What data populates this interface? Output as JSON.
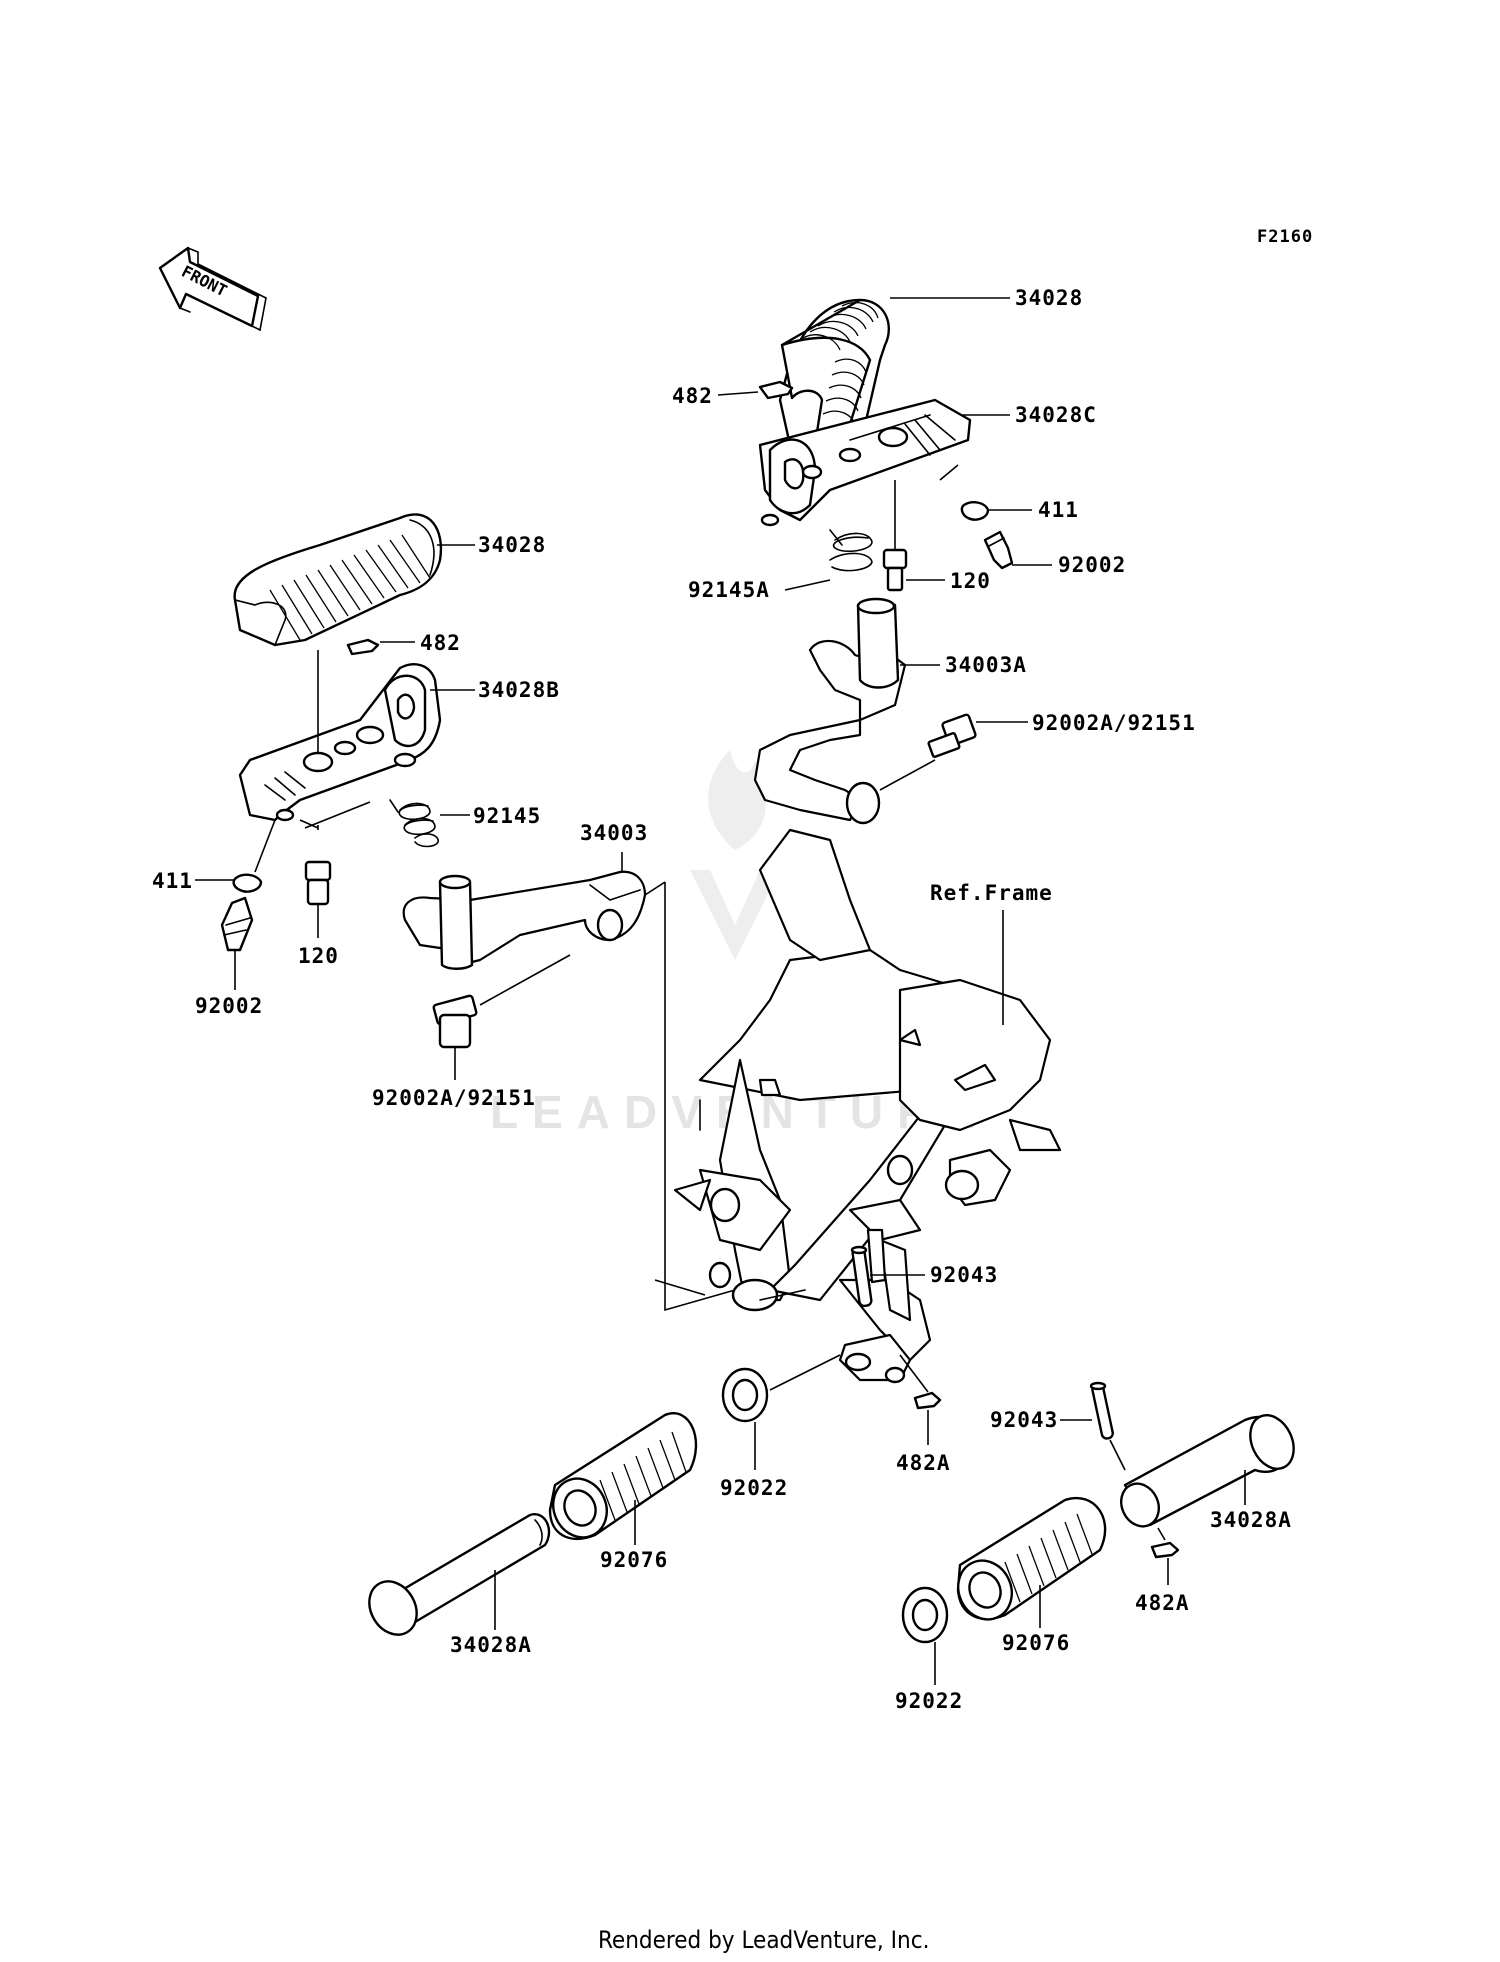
{
  "diagram": {
    "code": "F2160",
    "front_arrow": "FRONT",
    "watermark": "LEADVENTURE",
    "footer": "Rendered by LeadVenture, Inc.",
    "ref_frame": "Ref.Frame"
  },
  "labels": {
    "p34028_right": "34028",
    "p482_right": "482",
    "p34028c": "34028C",
    "p411_right": "411",
    "p92002_right": "92002",
    "p120_right": "120",
    "p92145a": "92145A",
    "p34003a": "34003A",
    "p92002a_92151_right": "92002A/92151",
    "p34028_left": "34028",
    "p482_left": "482",
    "p34028b": "34028B",
    "p92145": "92145",
    "p34003": "34003",
    "p411_left": "411",
    "p120_left": "120",
    "p92002_left": "92002",
    "p92002a_92151_left": "92002A/92151",
    "p92043_upper": "92043",
    "p92022_left": "92022",
    "p482a_upper": "482A",
    "p92076_left": "92076",
    "p34028a_left": "34028A",
    "p92043_lower": "92043",
    "p34028a_right": "34028A",
    "p482a_lower": "482A",
    "p92076_right": "92076",
    "p92022_right": "92022"
  }
}
